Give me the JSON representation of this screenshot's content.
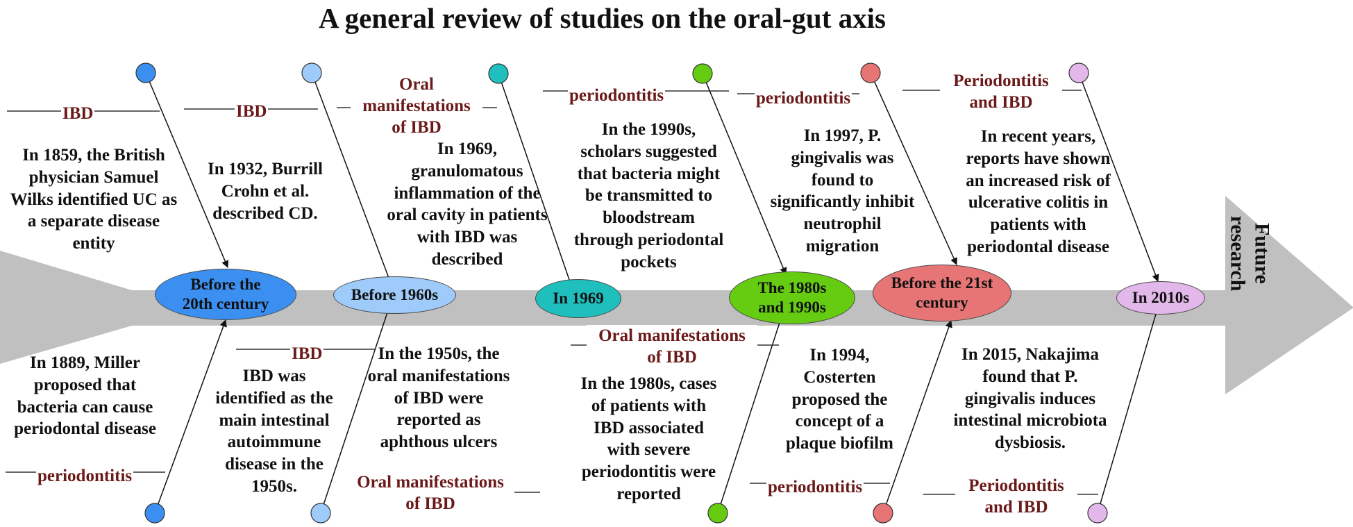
{
  "title": "A general review of studies on the oral-gut axis",
  "future": [
    "Future",
    "research"
  ],
  "colors": {
    "spine": "#c0c0c0",
    "tag_text": "#6b1a1a",
    "era1": "#3b8ff0",
    "era2": "#9ecbf9",
    "era3": "#1fbfbd",
    "era4": "#66cc11",
    "era5": "#e87575",
    "era6": "#e2b8ea"
  },
  "eras": [
    {
      "label": [
        "Before the",
        "20th century"
      ]
    },
    {
      "label": [
        "Before 1960s"
      ]
    },
    {
      "label": [
        "In 1969"
      ]
    },
    {
      "label": [
        "The 1980s",
        "and 1990s"
      ]
    },
    {
      "label": [
        "Before the 21st",
        "century"
      ]
    },
    {
      "label": [
        "In 2010s"
      ]
    }
  ],
  "top": [
    {
      "tag": [
        "IBD"
      ],
      "text": [
        "In 1859, the British",
        "physician Samuel",
        "Wilks identified UC as",
        "a separate disease",
        "entity"
      ]
    },
    {
      "tag": [
        "IBD"
      ],
      "text": [
        "In 1932, Burrill",
        "Crohn et al.",
        "described CD."
      ]
    },
    {
      "tag": [
        "Oral",
        "manifestations",
        "of IBD"
      ],
      "text": [
        "In 1969,",
        "granulomatous",
        "inflammation of the",
        "oral cavity in patients",
        "with IBD was",
        "described"
      ]
    },
    {
      "tag": [
        "periodontitis"
      ],
      "text": [
        "In the 1990s,",
        "scholars suggested",
        "that bacteria might",
        "be transmitted to",
        "bloodstream",
        "through periodontal",
        "pockets"
      ]
    },
    {
      "tag": [
        "periodontitis"
      ],
      "text": [
        "In 1997, P.",
        "gingivalis was",
        "found to",
        "significantly inhibit",
        "neutrophil",
        "migration"
      ]
    },
    {
      "tag": [
        "Periodontitis",
        "and IBD"
      ],
      "text": [
        "In recent years,",
        "reports have shown",
        "an increased risk of",
        "ulcerative colitis in",
        "patients with",
        "periodontal disease"
      ]
    }
  ],
  "bottom": [
    {
      "tag": [
        "periodontitis"
      ],
      "text": [
        "In 1889, Miller",
        "proposed that",
        "bacteria can cause",
        "periodontal disease"
      ]
    },
    {
      "tag": [
        "Oral manifestations",
        "of IBD"
      ],
      "text": [
        "In the 1950s, the",
        "oral manifestations",
        "of IBD were",
        "reported as",
        "aphthous ulcers"
      ]
    },
    {
      "tag": [
        "IBD"
      ],
      "text": [
        "IBD was",
        "identified as the",
        "main intestinal",
        "autoimmune",
        "disease in the",
        "1950s."
      ]
    },
    {
      "tag": [
        "Oral manifestations",
        "of IBD"
      ],
      "text": [
        "In the 1980s, cases",
        "of patients with",
        "IBD associated",
        "with severe",
        "periodontitis were",
        "reported"
      ]
    },
    {
      "tag": [
        "periodontitis"
      ],
      "text": [
        "In 1994,",
        "Costerten",
        "proposed the",
        "concept of a",
        "plaque biofilm"
      ]
    },
    {
      "tag": [
        "Periodontitis",
        "and IBD"
      ],
      "text": [
        "In 2015, Nakajima",
        "found that P.",
        "gingivalis  induces",
        "intestinal microbiota",
        "dysbiosis."
      ]
    }
  ]
}
